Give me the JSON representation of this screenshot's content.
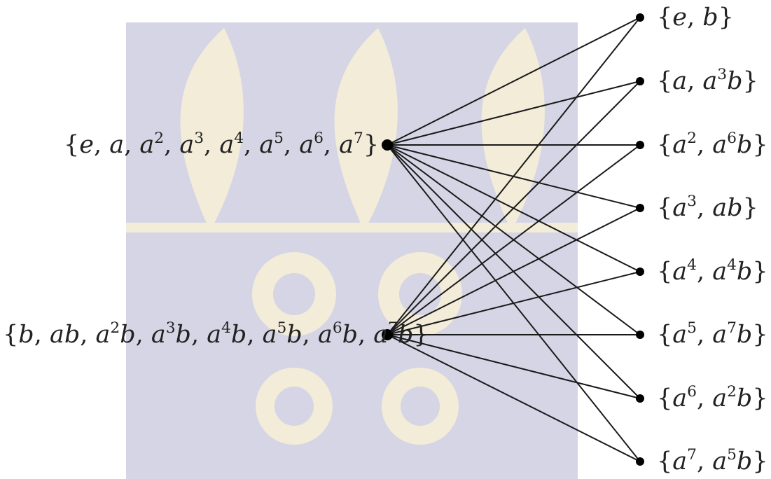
{
  "watermark": {
    "fill": "#d5d5e5",
    "ornament": "#f2ecd9",
    "label": ""
  },
  "left_nodes": [
    {
      "id": "cyclic",
      "label": "{e, a, a2, a3, a4, a5, a6, a7}",
      "tokens": [
        [
          "{",
          ""
        ],
        [
          "e",
          ""
        ],
        [
          ", ",
          ""
        ],
        [
          "a",
          ""
        ],
        [
          ", ",
          ""
        ],
        [
          "a",
          "2"
        ],
        [
          ", ",
          ""
        ],
        [
          "a",
          "3"
        ],
        [
          ", ",
          ""
        ],
        [
          "a",
          "4"
        ],
        [
          ", ",
          ""
        ],
        [
          "a",
          "5"
        ],
        [
          ", ",
          ""
        ],
        [
          "a",
          "6"
        ],
        [
          ", ",
          ""
        ],
        [
          "a",
          "7"
        ],
        [
          "}",
          ""
        ]
      ]
    },
    {
      "id": "coset",
      "label": "{b, ab, a2b, a3b, a4b, a5b, a6b, a7b}",
      "tokens": [
        [
          "{",
          ""
        ],
        [
          "b",
          ""
        ],
        [
          ", ",
          ""
        ],
        [
          "ab",
          ""
        ],
        [
          ", ",
          ""
        ],
        [
          "a",
          "2"
        ],
        [
          "b",
          ""
        ],
        [
          ", ",
          ""
        ],
        [
          "a",
          "3"
        ],
        [
          "b",
          ""
        ],
        [
          ", ",
          ""
        ],
        [
          "a",
          "4"
        ],
        [
          "b",
          ""
        ],
        [
          ", ",
          ""
        ],
        [
          "a",
          "5"
        ],
        [
          "b",
          ""
        ],
        [
          ", ",
          ""
        ],
        [
          "a",
          "6"
        ],
        [
          "b",
          ""
        ],
        [
          ", ",
          ""
        ],
        [
          "a",
          "7"
        ],
        [
          "b",
          ""
        ],
        [
          "}",
          ""
        ]
      ]
    }
  ],
  "right_nodes": [
    {
      "label": "{e, b}",
      "tokens": [
        [
          "{",
          ""
        ],
        [
          "e",
          ""
        ],
        [
          ", ",
          ""
        ],
        [
          "b",
          ""
        ],
        [
          "}",
          ""
        ]
      ]
    },
    {
      "label": "{a, a3b}",
      "tokens": [
        [
          "{",
          ""
        ],
        [
          "a",
          ""
        ],
        [
          ", ",
          ""
        ],
        [
          "a",
          "3"
        ],
        [
          "b",
          ""
        ],
        [
          "}",
          ""
        ]
      ]
    },
    {
      "label": "{a2, a6b}",
      "tokens": [
        [
          "{",
          ""
        ],
        [
          "a",
          "2"
        ],
        [
          ", ",
          ""
        ],
        [
          "a",
          "6"
        ],
        [
          "b",
          ""
        ],
        [
          "}",
          ""
        ]
      ]
    },
    {
      "label": "{a3, ab}",
      "tokens": [
        [
          "{",
          ""
        ],
        [
          "a",
          "3"
        ],
        [
          ", ",
          ""
        ],
        [
          "ab",
          ""
        ],
        [
          "}",
          ""
        ]
      ]
    },
    {
      "label": "{a4, a4b}",
      "tokens": [
        [
          "{",
          ""
        ],
        [
          "a",
          "4"
        ],
        [
          ", ",
          ""
        ],
        [
          "a",
          "4"
        ],
        [
          "b",
          ""
        ],
        [
          "}",
          ""
        ]
      ]
    },
    {
      "label": "{a5, a7b}",
      "tokens": [
        [
          "{",
          ""
        ],
        [
          "a",
          "5"
        ],
        [
          ", ",
          ""
        ],
        [
          "a",
          "7"
        ],
        [
          "b",
          ""
        ],
        [
          "}",
          ""
        ]
      ]
    },
    {
      "label": "{a6, a2b}",
      "tokens": [
        [
          "{",
          ""
        ],
        [
          "a",
          "6"
        ],
        [
          ", ",
          ""
        ],
        [
          "a",
          "2"
        ],
        [
          "b",
          ""
        ],
        [
          "}",
          ""
        ]
      ]
    },
    {
      "label": "{a7, a5b}",
      "tokens": [
        [
          "{",
          ""
        ],
        [
          "a",
          "7"
        ],
        [
          ", ",
          ""
        ],
        [
          "a",
          "5"
        ],
        [
          "b",
          ""
        ],
        [
          "}",
          ""
        ]
      ]
    }
  ],
  "edges": "complete-bipartite"
}
